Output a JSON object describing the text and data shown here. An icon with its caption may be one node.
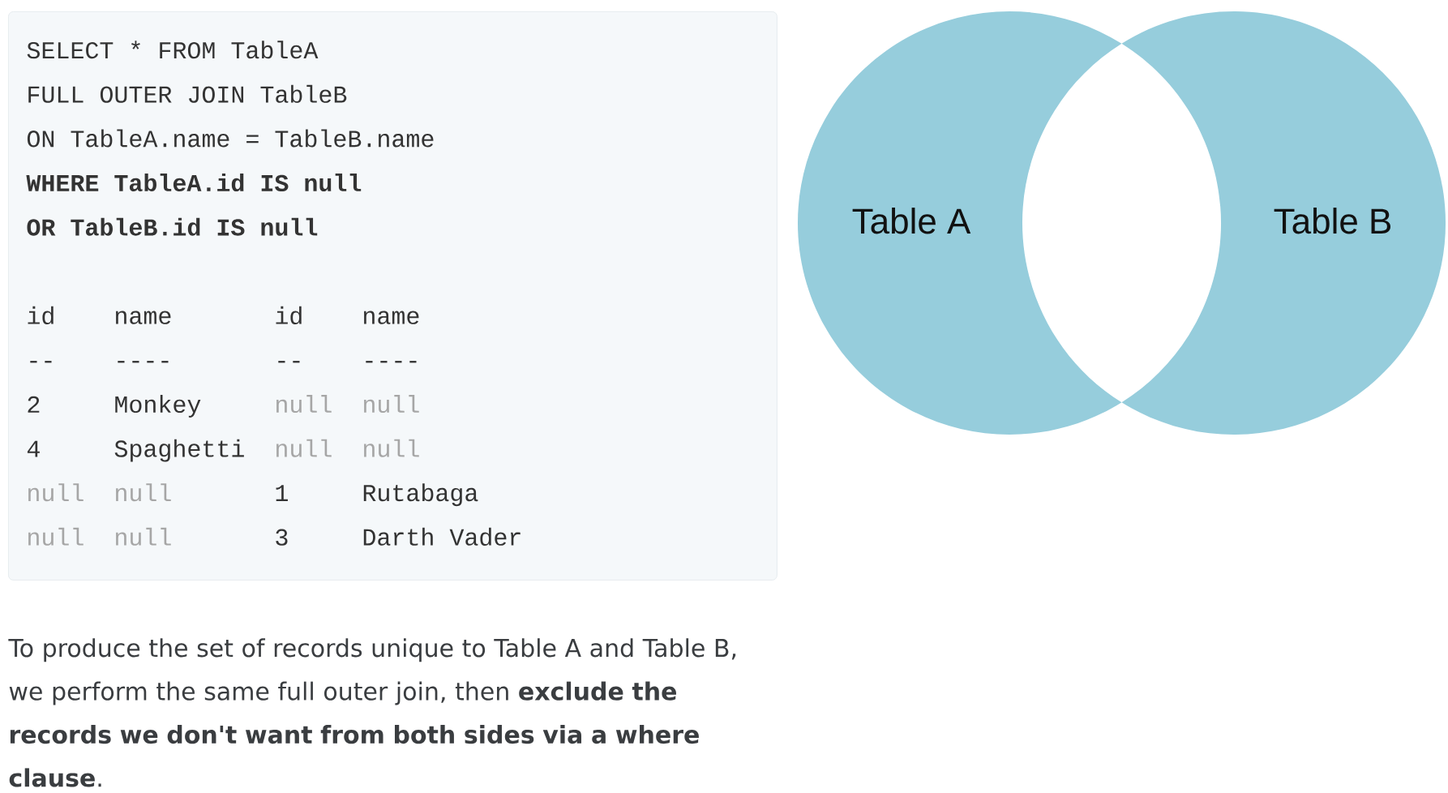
{
  "diagram": {
    "nodes": [
      {
        "text": [
          "SELECT * FROM TableA",
          "FULL OUTER JOIN TableB",
          "ON TableA.name = TableB.name",
          "WHERE TableA.id IS null",
          "OR TableB.id IS null",
          "id",
          "name",
          "id",
          "name",
          "--",
          "----",
          "--",
          "----",
          "2",
          "Monkey",
          "null",
          "null",
          "4",
          "Spaghetti",
          "null",
          "null",
          "null",
          "null",
          "1",
          "Rutabaga",
          "null",
          "null",
          "3",
          "Darth Vader"
        ]
      },
      {
        "text": [
          "Table A"
        ]
      },
      {
        "text": [
          "Table B"
        ]
      }
    ],
    "labels": [
      "To produce the set of records unique to Table A and Table B, we perform the same full outer join, then **exclude the records we don't want from both sides via a where clause**."
    ]
  }
}
